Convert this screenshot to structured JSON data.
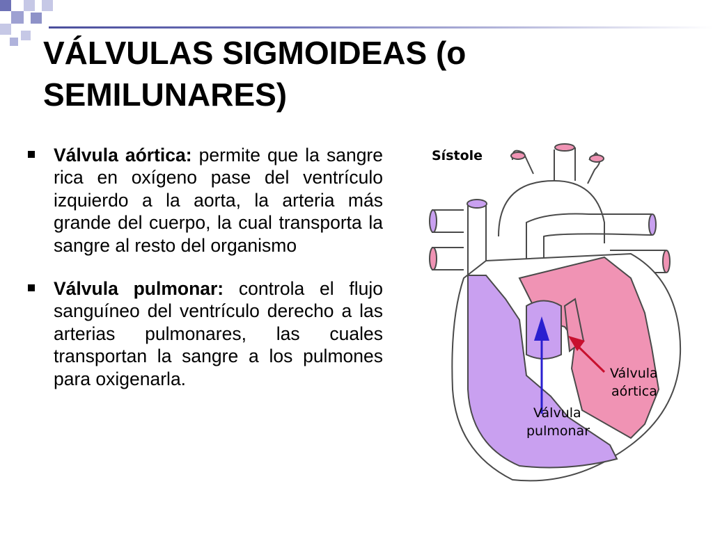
{
  "slide": {
    "title_line1": "VÁLVULAS SIGMOIDEAS (o",
    "title_line2": "SEMILUNARES)",
    "bullets": [
      {
        "term": "Válvula aórtica:",
        "text": " permite que la sangre rica en oxígeno pase del ventrículo izquierdo a la aorta, la arteria más grande del cuerpo, la cual transporta la sangre al resto del organismo"
      },
      {
        "term": "Válvula pulmonar:",
        "text": " controla el flujo sanguíneo del ventrículo derecho a las arterias pulmonares, las cuales transportan la sangre a los pulmones para oxigenarla."
      }
    ]
  },
  "diagram": {
    "phase_label": "Sístole",
    "aortic_label_line1": "Válvula",
    "aortic_label_line2": "aórtica",
    "pulmonary_label_line1": "Válvula",
    "pulmonary_label_line2": "pulmonar",
    "colors": {
      "deoxygenated": "#c9a0f0",
      "oxygenated": "#f093b4",
      "aortic_arrow": "#c8102e",
      "pulmonary_arrow": "#2a1fd0",
      "accent_dark": "#4a4e9c"
    }
  }
}
